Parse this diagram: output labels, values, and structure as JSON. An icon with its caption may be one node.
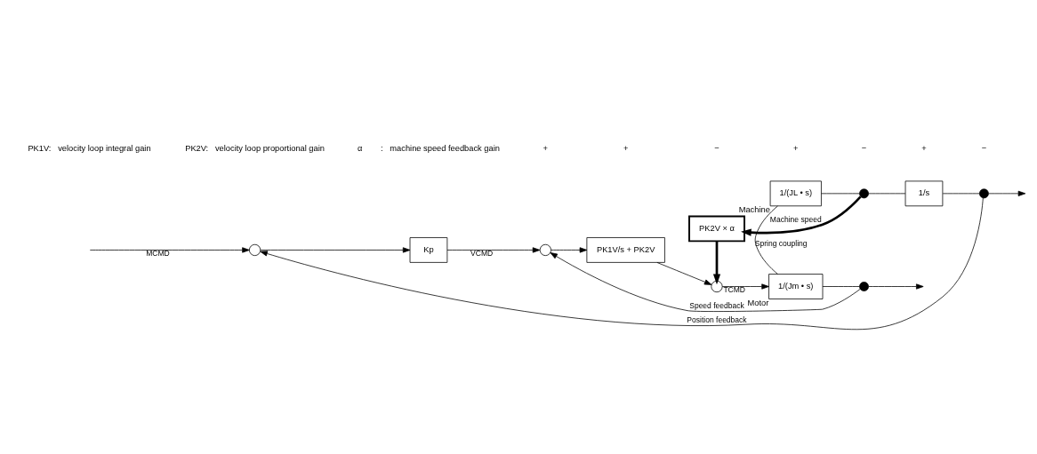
{
  "diagram": {
    "nodes": [
      {
        "text": [],
        "shape": "circle"
      },
      {
        "text": [
          "Kp"
        ]
      },
      {
        "text": [],
        "shape": "circle"
      },
      {
        "text": [
          "PK1V/s + PK2V"
        ]
      },
      {
        "text": [
          "PK2V × α"
        ]
      },
      {
        "text": [],
        "shape": "circle"
      },
      {
        "text": [
          "1/(Jm • s)"
        ],
        "beside": [
          "Motor"
        ]
      },
      {
        "text": [
          "1/(JL • s)"
        ],
        "beside": [
          "Machine"
        ]
      },
      {
        "text": [],
        "shape": "circle"
      },
      {
        "text": [
          "1/s"
        ]
      },
      {
        "text": [],
        "shape": "circle"
      },
      {
        "text": [],
        "shape": "circle"
      }
    ],
    "edges": [
      {
        "from": null,
        "to": 0,
        "arrow": "to",
        "label": "MCMD"
      },
      {
        "from": 0,
        "to": 1,
        "arrow": "to"
      },
      {
        "from": 1,
        "to": 2,
        "arrow": "to",
        "label": "VCMD"
      },
      {
        "from": 2,
        "to": 3,
        "arrow": "to"
      },
      {
        "from": 3,
        "to": 5,
        "arrow": "to"
      },
      {
        "from": 4,
        "to": 5,
        "arrow": "to",
        "style": "thick"
      },
      {
        "from": 5,
        "to": 6,
        "arrow": "to",
        "label": "TCMD"
      },
      {
        "from": 6,
        "to": 11,
        "arrow": "none"
      },
      {
        "from": 11,
        "to": null,
        "arrow": "to"
      },
      {
        "from": 7,
        "to": 8,
        "arrow": "none"
      },
      {
        "from": 8,
        "to": 9,
        "arrow": "none"
      },
      {
        "from": 9,
        "to": 10,
        "arrow": "none"
      },
      {
        "from": 10,
        "to": null,
        "arrow": "to"
      },
      {
        "from": 8,
        "to": 4,
        "arrow": "to",
        "style": "thick",
        "label": "Machine speed"
      },
      {
        "from": 11,
        "to": 2,
        "arrow": "to",
        "label": "Speed feedback"
      },
      {
        "from": 10,
        "to": 0,
        "arrow": "to",
        "label": "Position feedback"
      },
      {
        "from": 6,
        "to": 7,
        "arrow": "none",
        "label": "Spring coupling"
      }
    ],
    "labels": [
      "PK1V:   velocity loop integral gain",
      "PK2V:   velocity loop proportional gain",
      "α        :   machine speed feedback gain",
      "+",
      "+",
      "−",
      "+",
      "−",
      "+",
      "−"
    ]
  }
}
